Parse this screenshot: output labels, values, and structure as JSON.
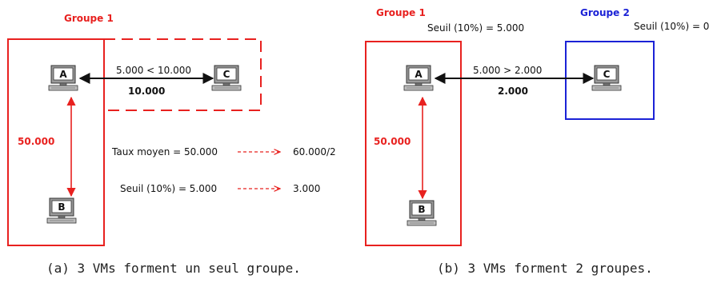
{
  "left": {
    "group_title": "Groupe 1",
    "node_a": "A",
    "node_b": "B",
    "node_c": "C",
    "link_ac_compare": "5.000 < 10.000",
    "link_ac_value": "10.000",
    "link_ab_value": "50.000",
    "avg_rate_text": "Taux moyen = 50.000",
    "avg_rate_new": "60.000/2",
    "threshold_text": "Seuil (10%) = 5.000",
    "threshold_new": "3.000",
    "caption": "(a) 3 VMs forment un seul groupe."
  },
  "right": {
    "group1_title": "Groupe 1",
    "group1_threshold": "Seuil (10%) = 5.000",
    "group2_title": "Groupe 2",
    "group2_threshold": "Seuil (10%) = 0",
    "node_a": "A",
    "node_b": "B",
    "node_c": "C",
    "link_ac_compare": "5.000 > 2.000",
    "link_ac_value": "2.000",
    "link_ab_value": "50.000",
    "caption": "(b) 3 VMs forment 2 groupes."
  },
  "colors": {
    "group_red": "#e8211f",
    "group_blue": "#1b22d6",
    "link": "#111111"
  }
}
